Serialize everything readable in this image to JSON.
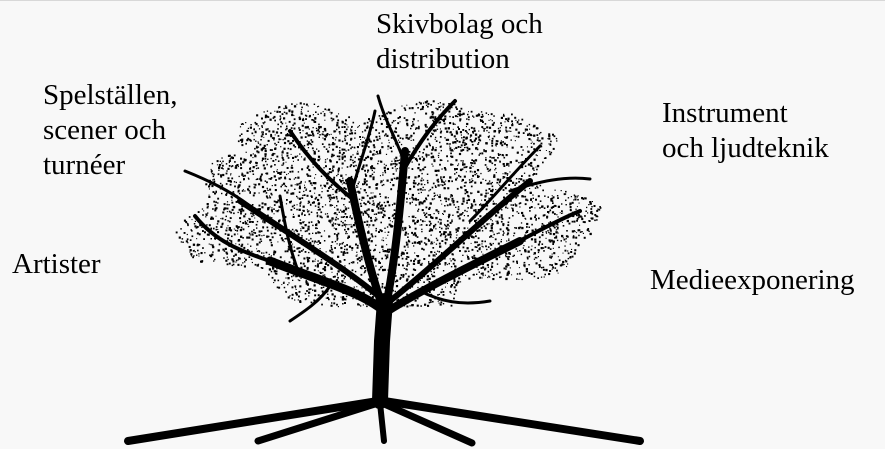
{
  "labels": {
    "top": [
      "Skivbolag och",
      "distribution"
    ],
    "upper_left": [
      "Spelställen,",
      "scener och",
      "turnéer"
    ],
    "upper_right": [
      "Instrument",
      "och ljudteknik"
    ],
    "left": [
      "Artister"
    ],
    "right": [
      "Medieexponering"
    ]
  },
  "colors": {
    "background": "#f8f8f8",
    "tree": "#000000"
  }
}
